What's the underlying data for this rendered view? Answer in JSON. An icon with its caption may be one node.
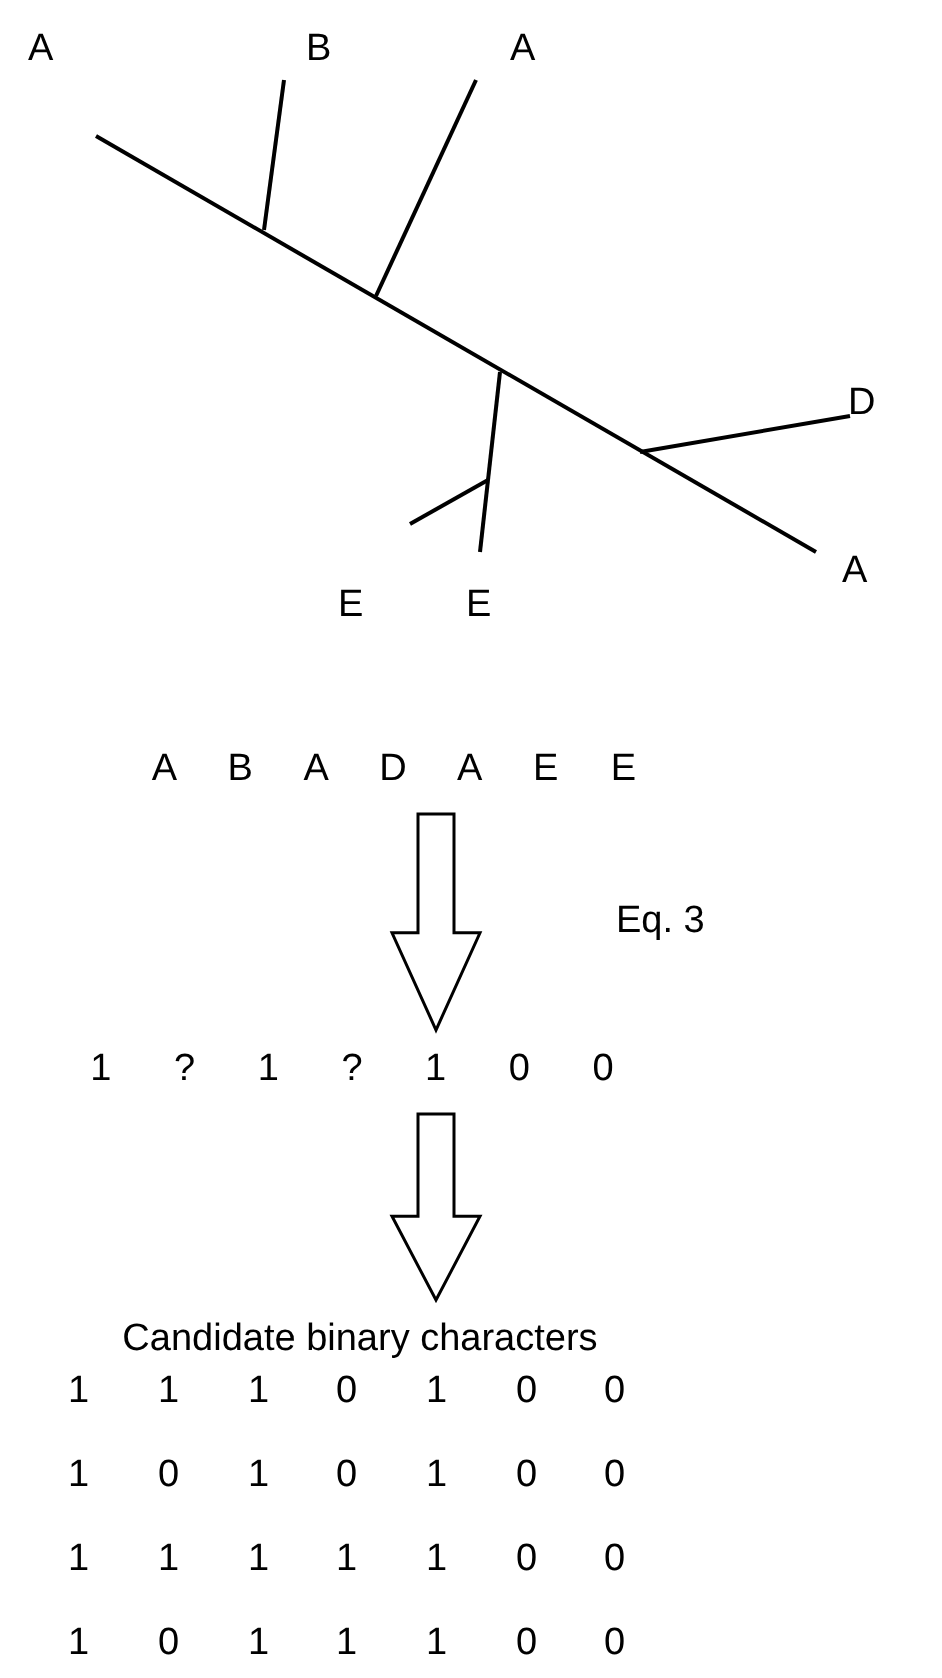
{
  "diagram": {
    "nodes": [
      {
        "text": [
          "A B A D A E E"
        ]
      },
      {
        "text": [
          "1 ? 1 ? 1 0 0"
        ]
      },
      {
        "text": [
          "Candidate binary characters"
        ]
      }
    ],
    "edges": [
      {
        "from": 0,
        "to": 1,
        "arrow": "to",
        "label": "Eq. 3"
      },
      {
        "from": 1,
        "to": 2,
        "arrow": "to"
      }
    ],
    "labels": [
      "A",
      "B",
      "A",
      "D",
      "A",
      "E",
      "E",
      "1",
      "1",
      "1",
      "0",
      "1",
      "0",
      "0",
      "1",
      "0",
      "1",
      "0",
      "1",
      "0",
      "0",
      "1",
      "1",
      "1",
      "1",
      "1",
      "0",
      "0",
      "1",
      "0",
      "1",
      "1",
      "1",
      "0",
      "0"
    ]
  }
}
